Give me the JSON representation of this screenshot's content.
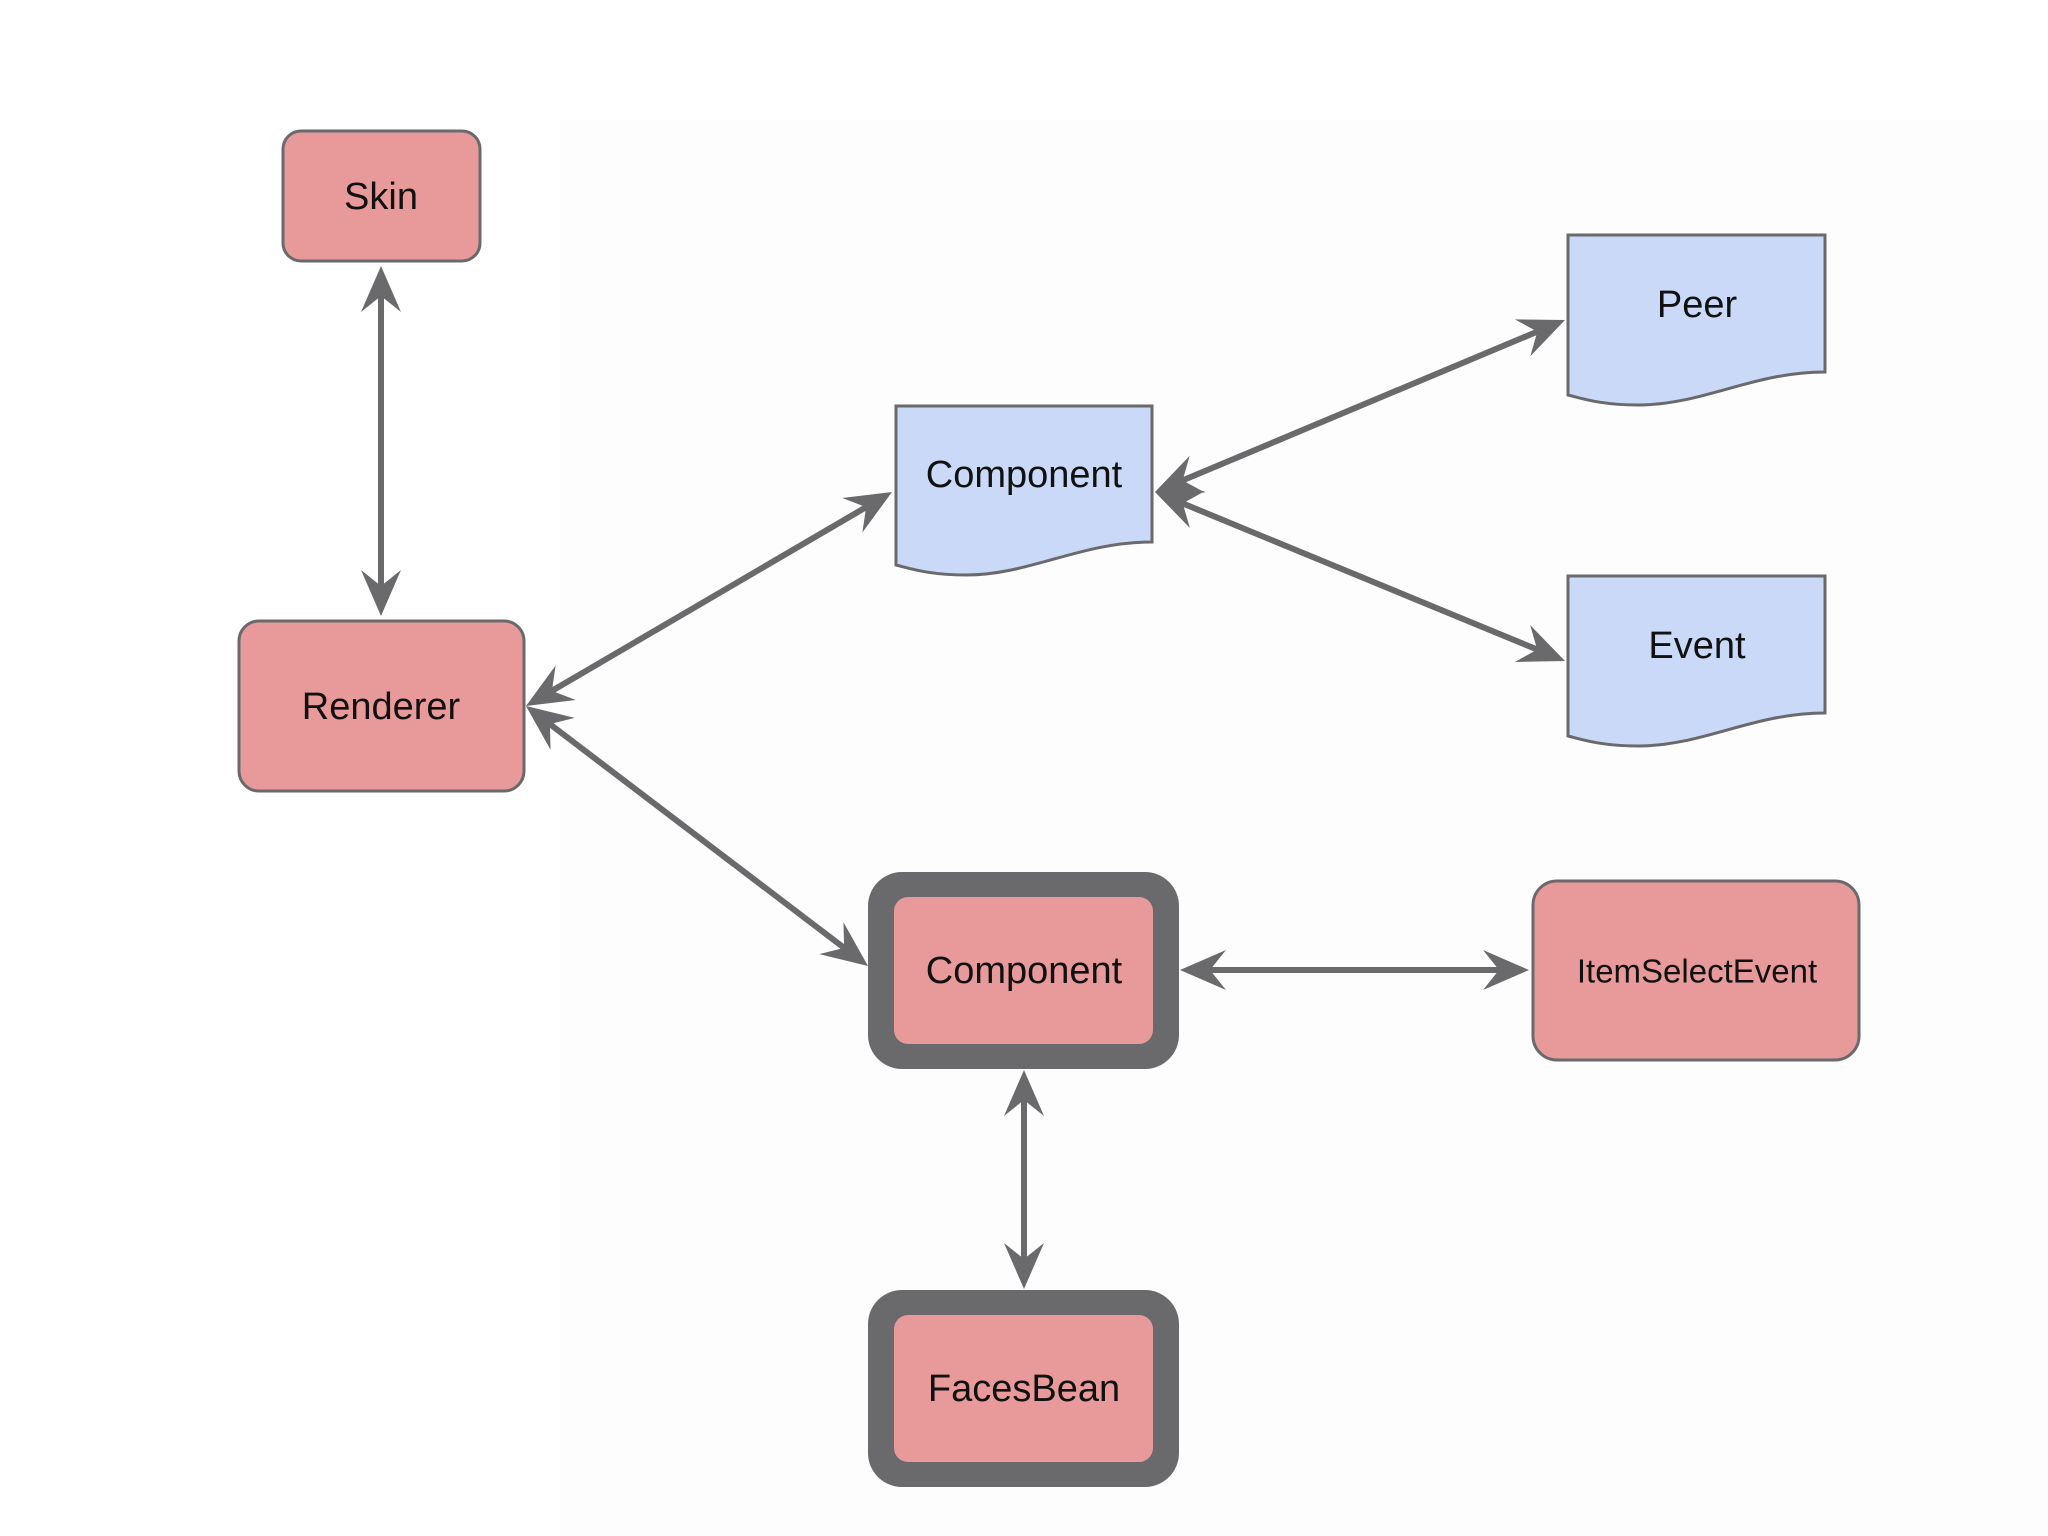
{
  "diagram": {
    "colors": {
      "red_fill": "#e89a9b",
      "blue_fill": "#c9d9f7",
      "stroke": "#6a696c",
      "background": "#fdfdfd"
    },
    "nodes": {
      "skin": {
        "label": "Skin"
      },
      "renderer": {
        "label": "Renderer"
      },
      "component_doc": {
        "label": "Component"
      },
      "peer": {
        "label": "Peer"
      },
      "event": {
        "label": "Event"
      },
      "component": {
        "label": "Component"
      },
      "item_select_event": {
        "label": "ItemSelectEvent"
      },
      "faces_bean": {
        "label": "FacesBean"
      }
    },
    "edges": [
      {
        "from": "skin",
        "to": "renderer",
        "direction": "both"
      },
      {
        "from": "renderer",
        "to": "component_doc",
        "direction": "both"
      },
      {
        "from": "renderer",
        "to": "component",
        "direction": "both"
      },
      {
        "from": "component_doc",
        "to": "peer",
        "direction": "both"
      },
      {
        "from": "component_doc",
        "to": "event",
        "direction": "both"
      },
      {
        "from": "component",
        "to": "item_select_event",
        "direction": "both"
      },
      {
        "from": "component",
        "to": "faces_bean",
        "direction": "both"
      }
    ]
  }
}
